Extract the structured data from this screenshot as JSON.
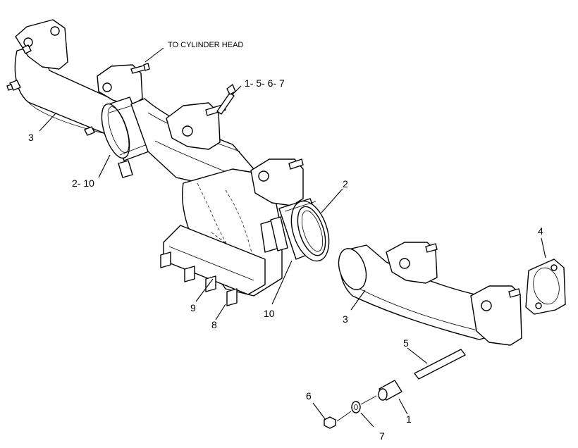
{
  "diagram": {
    "note": "TO CYLINDER HEAD",
    "callouts": {
      "c1": "1",
      "c1567": "1- 5- 6- 7",
      "c2_left": "2- 10",
      "c2_right": "2",
      "c3_left": "3",
      "c3_right": "3",
      "c4": "4",
      "c5": "5",
      "c6": "6",
      "c7": "7",
      "c8": "8",
      "c9": "9",
      "c10": "10"
    }
  }
}
